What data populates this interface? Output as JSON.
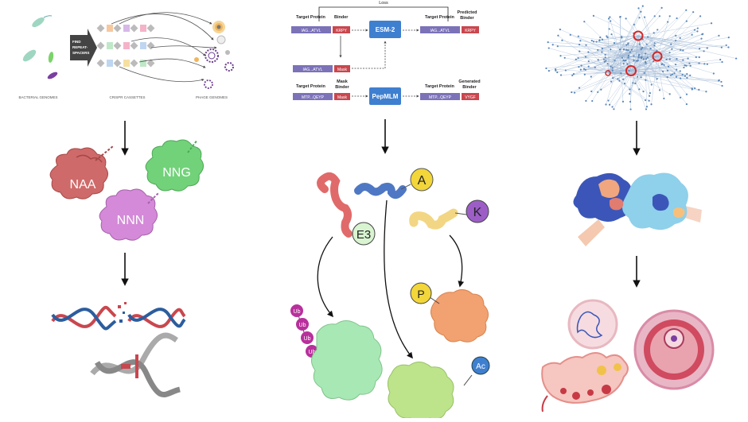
{
  "panel1": {
    "bacterial_genomes_label": "BACTERIAL GENOMES",
    "find_label_1": "FIND",
    "find_label_2": "REPEAT-",
    "find_label_3": "SPACERS",
    "crispr_label": "CRISPR CASSETTES",
    "phage_label": "PHAGE GENOMES",
    "pam_1": "NAA",
    "pam_2": "NNG",
    "pam_3": "NNN"
  },
  "panel2": {
    "loss_label": "Loss",
    "target_protein_1": "Target Protein",
    "binder_label": "Binder",
    "seq_1": "IAG...ATVL",
    "binder_seq": "KRPY",
    "esm_label": "ESM-2",
    "target_protein_2": "Target Protein",
    "predicted_binder_1": "Predicted",
    "predicted_binder_2": "Binder",
    "seq_2": "IAG...ATVL",
    "pred_seq": "KRPY",
    "seq_3": "IAG...ATVL",
    "mask_small": "Mask",
    "target_protein_3": "Target Protein",
    "mask_binder_1": "Mask",
    "mask_binder_2": "Binder",
    "seq_4": "MTP...QEYP",
    "mask_box": "Mask",
    "pepmlm_label": "PepMLM",
    "target_protein_4": "Target Protein",
    "generated_binder_1": "Generated",
    "generated_binder_2": "Binder",
    "seq_5": "MTP...QEYP",
    "gen_seq": "VYGF",
    "tag_a": "A",
    "tag_k": "K",
    "tag_e3": "E3",
    "tag_p": "P",
    "tag_ac": "Ac",
    "ub": "Ub"
  },
  "colors": {
    "purple_seq": "#7b72b8",
    "red_binder": "#c9474e",
    "esm_blue": "#3f7fd0",
    "green_protein": "#a8e8b4",
    "orange_protein": "#f2a171",
    "yellow_tag": "#f2d63a",
    "ub_magenta": "#b8309c"
  }
}
